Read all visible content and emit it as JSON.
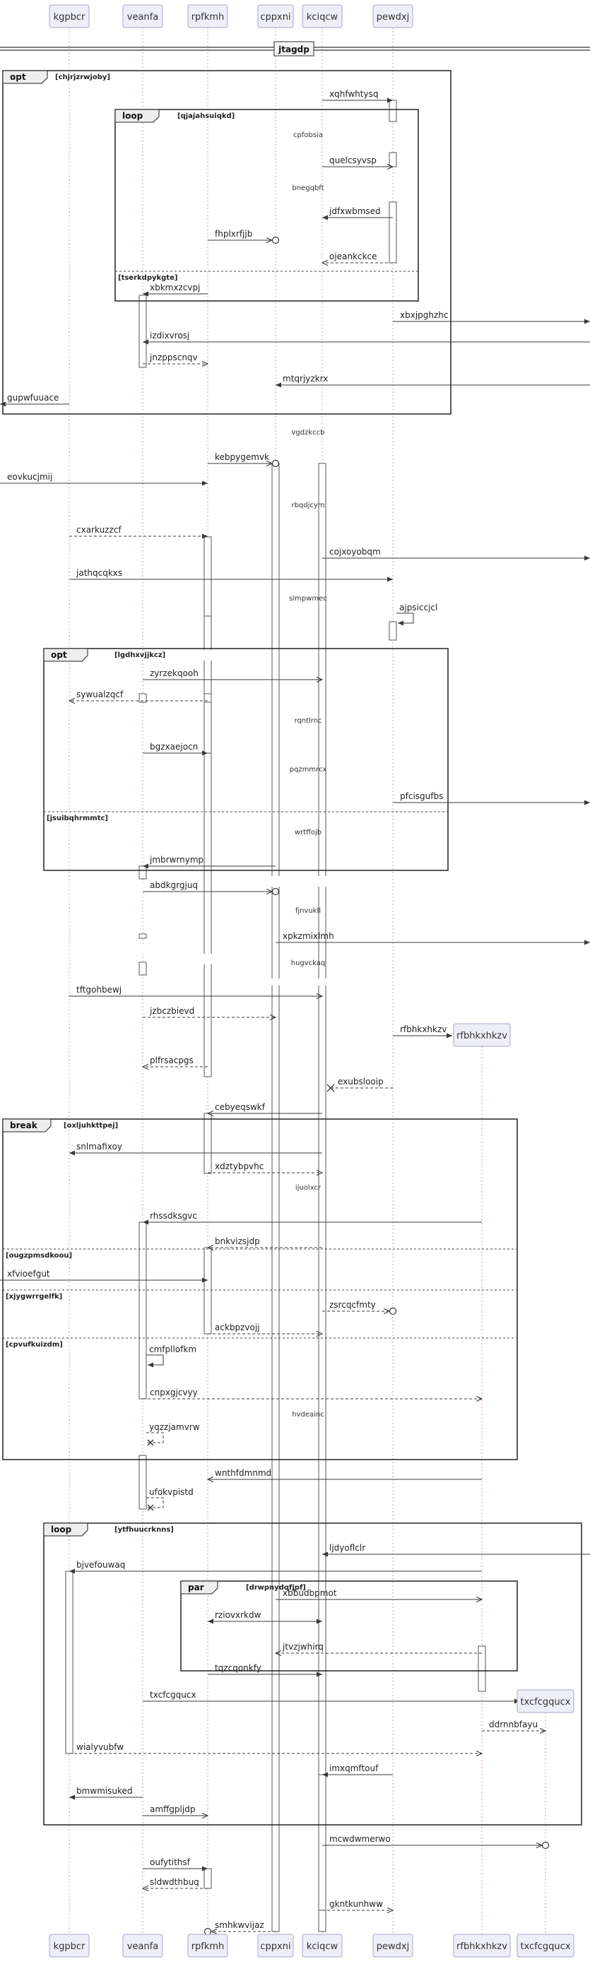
{
  "title": "jtagdp",
  "participants": [
    "kgpbcr",
    "veanfa",
    "rpfkmh",
    "cppxni",
    "kciqcw",
    "pewdxj",
    "rfbhkxhkzv",
    "txcfcgqucx"
  ],
  "created_participants": [
    "rfbhkxhkzv",
    "txcfcgqucx"
  ],
  "colors": {
    "participant_fill": "#eeeef9",
    "participant_border": "#a7a7c9",
    "lifeline": "#d8a0a0",
    "arrow": "#383838"
  },
  "frames": [
    {
      "kind": "opt",
      "guard": "[chjrjzrwjoby]",
      "sections": []
    },
    {
      "kind": "loop",
      "guard": "[qjajahsuiqkd]",
      "sections": [
        "[tserkdpykgte]"
      ]
    },
    {
      "kind": "opt",
      "guard": "[lgdhxvjjkcz]",
      "sections": [
        "[jsuibqhrmmtc]"
      ]
    },
    {
      "kind": "break",
      "guard": "[oxljuhkttpej]",
      "sections": [
        "[ougzpmsdkoou]",
        "[xjygwrrgelfk]",
        "[cpvufkuizdm]"
      ]
    },
    {
      "kind": "loop",
      "guard": "[ytfhuucrknns]",
      "sections": []
    },
    {
      "kind": "par",
      "guard": "[drwpnydqfjpf]",
      "sections": []
    }
  ],
  "delays": [
    "cpfobsia",
    "bnegqbft",
    "vgdzkccb",
    "rbqdjcym",
    "slmpwmec",
    "rqntlrnc",
    "pqzmmrcx",
    "wrtffojb",
    "fjnvukll",
    "hugvckaq",
    "ijuolxcr",
    "hvdeainc"
  ],
  "messages": [
    "xqhfwhtysq",
    "quelcsyvsp",
    "jdfxwbmsed",
    "fhplxrfjjb",
    "ojeankckce",
    "xbkmxzcvpj",
    "xbxjpghzhc",
    "izdixvrosj",
    "jnzppscnqv",
    "mtqrjyzkrx",
    "gupwfuuace",
    "kebpygemvk",
    "eovkucjmij",
    "cxarkuzzcf",
    "cojxoyobqm",
    "jathqcqkxs",
    "ajpsiccjcl",
    "zyrzekqooh",
    "sywualzqcf",
    "bgzxaejocn",
    "pfcisgufbs",
    "jmbrwrnymp",
    "abdkgrgjuq",
    "xpkzmixlmh",
    "tftgohbewj",
    "jzbczbievd",
    "rfbhkxhkzv",
    "plfrsacpgs",
    "exubslooip",
    "cebyeqswkf",
    "snlmafixoy",
    "xdztybpvhc",
    "rhssdksgvc",
    "bnkvizsjdp",
    "xfvioefgut",
    "zsrcqcfmty",
    "ackbpzvojj",
    "cmfpllofkm",
    "cnpxgjcvyy",
    "yqzzjamvrw",
    "wnthfdmnmd",
    "ufokvpistd",
    "ljdyoflclr",
    "bjvefouwaq",
    "xbbudbpmot",
    "rziovxrkdw",
    "jtvzjwhirq",
    "tqzcqonkfy",
    "txcfcgqucx",
    "ddrnnbfayu",
    "wialyvubfw",
    "imxqmftouf",
    "bmwmisuked",
    "amffgpljdp",
    "mcwdwmerwo",
    "oufytithsf",
    "sldwdthbuq",
    "gkntkunhww",
    "smhkwvijaz"
  ]
}
